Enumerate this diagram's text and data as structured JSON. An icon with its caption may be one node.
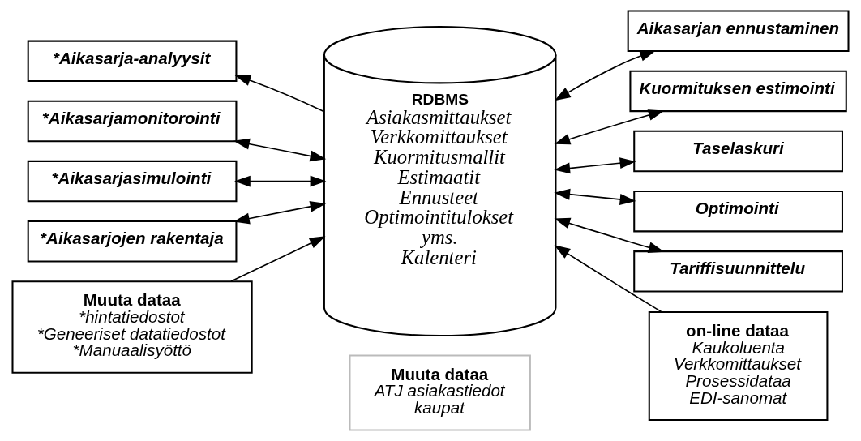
{
  "diagram": {
    "nodes": [
      {
        "text": [
          "*Aikasarja-analyysit"
        ]
      },
      {
        "text": [
          "*Aikasarjamonitorointi"
        ]
      },
      {
        "text": [
          "*Aikasarjasimulointi"
        ]
      },
      {
        "text": [
          "*Aikasarjojen rakentaja"
        ]
      },
      {
        "text": [
          "RDBMS",
          "Asiakasmittaukset",
          "Verkkomittaukset",
          "Kuormitusmallit",
          "Estimaatit",
          "Ennusteet",
          "Optimointitulokset",
          "yms.",
          "Kalenteri"
        ]
      },
      {
        "text": [
          "Aikasarjan ennustaminen"
        ]
      },
      {
        "text": [
          "Kuormituksen estimointi"
        ]
      },
      {
        "text": [
          "Taselaskuri"
        ]
      },
      {
        "text": [
          "Optimointi"
        ]
      },
      {
        "text": [
          "Tariffisuunnittelu"
        ]
      },
      {
        "text": [
          "Muuta dataa",
          "*hintatiedostot",
          "*Geneeriset datatiedostot",
          "*Manuaalisyöttö"
        ]
      },
      {
        "text": [
          "Muuta dataa",
          "ATJ asiakastiedot",
          "kaupat"
        ]
      },
      {
        "text": [
          "on-line dataa",
          "Kaukoluenta",
          "Verkkomittaukset",
          "Prosessidataa",
          "EDI-sanomat"
        ]
      }
    ],
    "edges": [
      {
        "from": 4,
        "to": 0,
        "arrow": "to"
      },
      {
        "from": 1,
        "to": 4,
        "arrow": "both"
      },
      {
        "from": 2,
        "to": 4,
        "arrow": "both"
      },
      {
        "from": 3,
        "to": 4,
        "arrow": "both"
      },
      {
        "from": 4,
        "to": 5,
        "arrow": "both"
      },
      {
        "from": 4,
        "to": 6,
        "arrow": "both"
      },
      {
        "from": 4,
        "to": 7,
        "arrow": "both"
      },
      {
        "from": 4,
        "to": 8,
        "arrow": "both"
      },
      {
        "from": 4,
        "to": 9,
        "arrow": "both"
      },
      {
        "from": 10,
        "to": 4,
        "arrow": "to"
      },
      {
        "from": 12,
        "to": 4,
        "arrow": "to"
      }
    ]
  }
}
